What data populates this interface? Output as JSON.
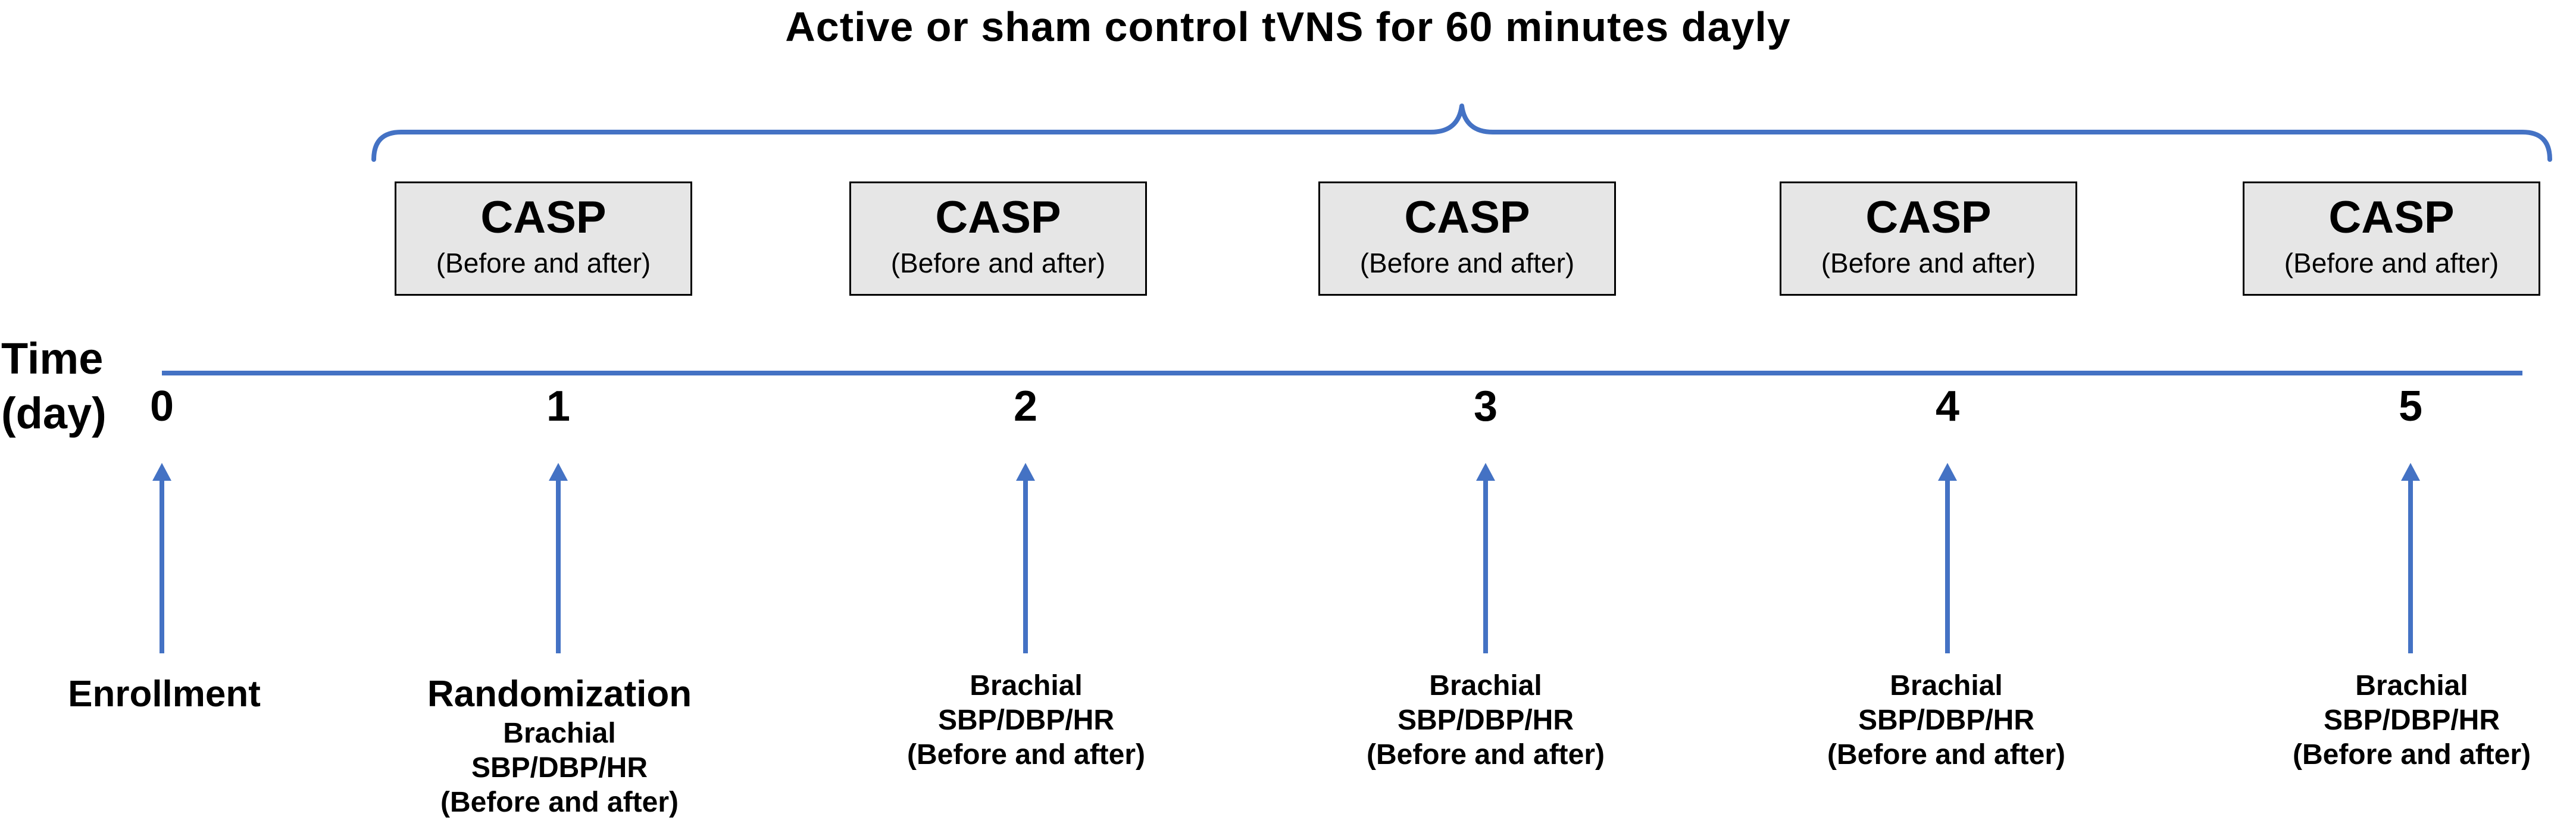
{
  "title": "Active or sham control tVNS for 60 minutes dayly",
  "axis": {
    "label_line1": "Time",
    "label_line2": "(day)"
  },
  "days": [
    {
      "tick": "0",
      "casp": null,
      "label": {
        "head": "Enrollment",
        "lines": []
      }
    },
    {
      "tick": "1",
      "casp": {
        "main": "CASP",
        "sub": "(Before and after)"
      },
      "label": {
        "head": "Randomization",
        "lines": [
          "Brachial",
          "SBP/DBP/HR",
          "(Before and after)"
        ]
      }
    },
    {
      "tick": "2",
      "casp": {
        "main": "CASP",
        "sub": "(Before and after)"
      },
      "label": {
        "head": "",
        "lines": [
          "Brachial",
          "SBP/DBP/HR",
          "(Before and after)"
        ]
      }
    },
    {
      "tick": "3",
      "casp": {
        "main": "CASP",
        "sub": "(Before and after)"
      },
      "label": {
        "head": "",
        "lines": [
          "Brachial",
          "SBP/DBP/HR",
          "(Before and after)"
        ]
      }
    },
    {
      "tick": "4",
      "casp": {
        "main": "CASP",
        "sub": "(Before and after)"
      },
      "label": {
        "head": "",
        "lines": [
          "Brachial",
          "SBP/DBP/HR",
          "(Before and after)"
        ]
      }
    },
    {
      "tick": "5",
      "casp": {
        "main": "CASP",
        "sub": "(Before and after)"
      },
      "label": {
        "head": "",
        "lines": [
          "Brachial",
          "SBP/DBP/HR",
          "(Before and after)"
        ]
      }
    }
  ],
  "colors": {
    "line": "#4472c4",
    "box_fill": "#e6e6e6",
    "box_border": "#000000",
    "text": "#000000"
  }
}
